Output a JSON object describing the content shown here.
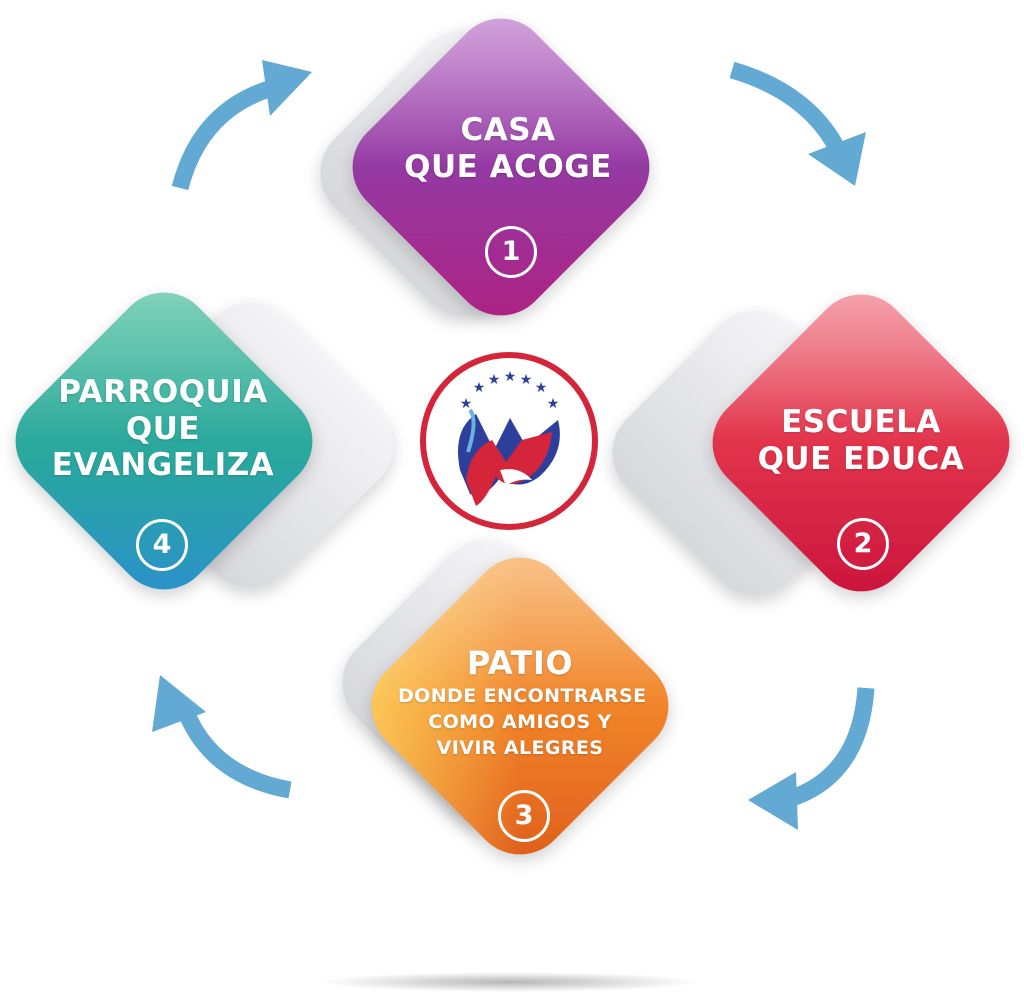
{
  "cards": [
    {
      "lines": [
        "CASA",
        "QUE ACOGE"
      ],
      "number": "1",
      "color": "#8e2b9a"
    },
    {
      "lines": [
        "ESCUELA",
        "QUE EDUCA"
      ],
      "number": "2",
      "color": "#e0283f"
    },
    {
      "title": "PATIO",
      "lines": [
        "DONDE ENCONTRARSE",
        "COMO AMIGOS Y",
        "VIVIR ALEGRES"
      ],
      "number": "3",
      "color": "#f07e1e"
    },
    {
      "lines": [
        "PARROQUIA",
        "QUE",
        "EVANGELIZA"
      ],
      "number": "4",
      "color": "#1fa38f"
    }
  ],
  "arrow_color": "#62a9d4",
  "logo": {
    "ring_color": "#d4253b",
    "star_color": "#2c3f9a"
  }
}
